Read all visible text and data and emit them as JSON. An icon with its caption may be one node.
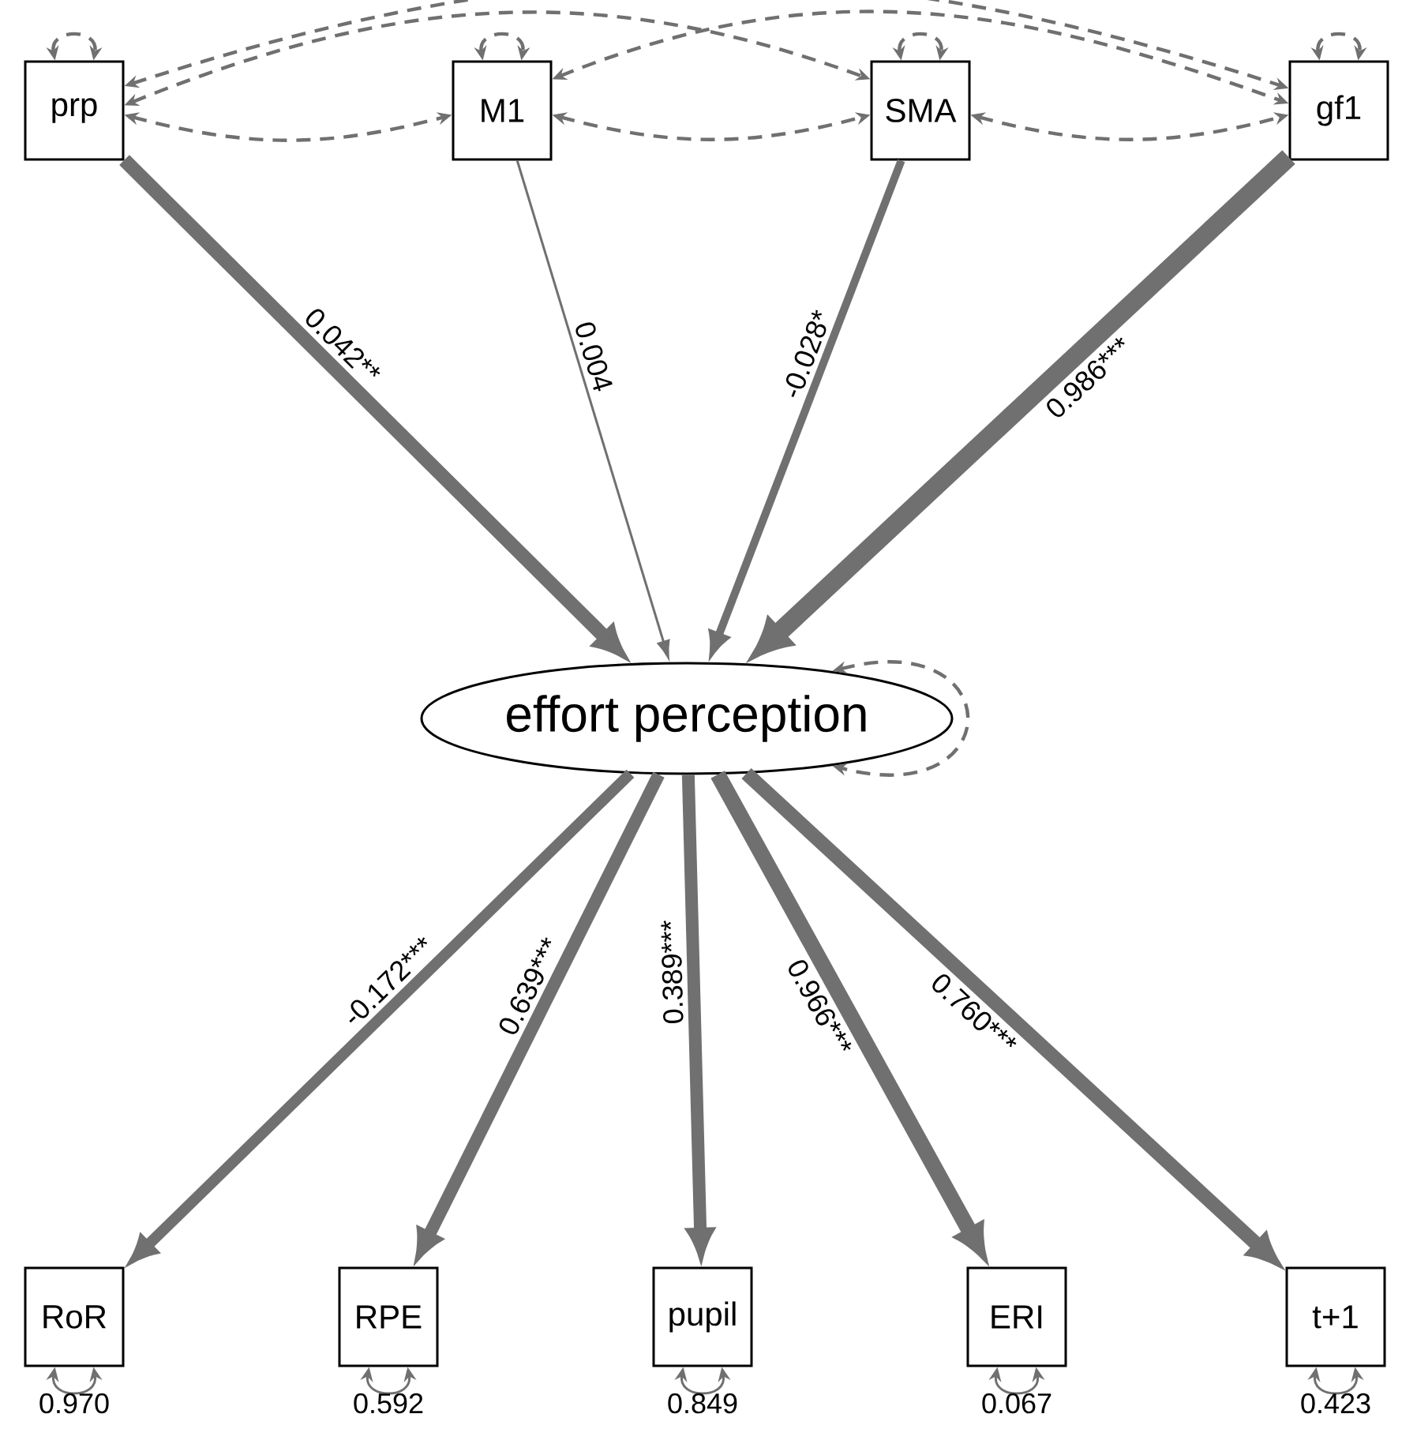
{
  "diagram": {
    "nodes": [
      {
        "text": [
          "prp"
        ]
      },
      {
        "text": [
          "M1"
        ]
      },
      {
        "text": [
          "SMA"
        ]
      },
      {
        "text": [
          "gf1"
        ]
      },
      {
        "text": [
          "effort perception"
        ]
      },
      {
        "text": [
          "RoR"
        ]
      },
      {
        "text": [
          "RPE"
        ]
      },
      {
        "text": [
          "pupil"
        ]
      },
      {
        "text": [
          "ERI"
        ]
      },
      {
        "text": [
          "t+1"
        ]
      }
    ],
    "edges": [
      {
        "from": 0,
        "to": 4,
        "arrow": "to",
        "label": "0.042**",
        "style": "thick"
      },
      {
        "from": 1,
        "to": 4,
        "arrow": "to",
        "label": "0.004"
      },
      {
        "from": 2,
        "to": 4,
        "arrow": "to",
        "label": "-0.028*",
        "style": "thick"
      },
      {
        "from": 3,
        "to": 4,
        "arrow": "to",
        "label": "0.986***",
        "style": "thick"
      },
      {
        "from": 4,
        "to": 5,
        "arrow": "to",
        "label": "-0.172***",
        "style": "thick"
      },
      {
        "from": 4,
        "to": 6,
        "arrow": "to",
        "label": "0.639***",
        "style": "thick"
      },
      {
        "from": 4,
        "to": 7,
        "arrow": "to",
        "label": "0.389***",
        "style": "thick"
      },
      {
        "from": 4,
        "to": 8,
        "arrow": "to",
        "label": "0.966***",
        "style": "thick"
      },
      {
        "from": 4,
        "to": 9,
        "arrow": "to",
        "label": "0.760***",
        "style": "thick"
      },
      {
        "from": 0,
        "to": 1,
        "arrow": "both",
        "style": "dashed"
      },
      {
        "from": 1,
        "to": 2,
        "arrow": "both",
        "style": "dashed"
      },
      {
        "from": 2,
        "to": 3,
        "arrow": "both",
        "style": "dashed"
      },
      {
        "from": 0,
        "to": 2,
        "arrow": "both",
        "style": "dashed"
      },
      {
        "from": 1,
        "to": 3,
        "arrow": "both",
        "style": "dashed"
      },
      {
        "from": 0,
        "to": 3,
        "arrow": "both",
        "style": "dashed"
      },
      {
        "from": 0,
        "to": 0,
        "arrow": "both",
        "style": "dashed"
      },
      {
        "from": 1,
        "to": 1,
        "arrow": "both",
        "style": "dashed"
      },
      {
        "from": 2,
        "to": 2,
        "arrow": "both",
        "style": "dashed"
      },
      {
        "from": 3,
        "to": 3,
        "arrow": "both",
        "style": "dashed"
      },
      {
        "from": 4,
        "to": 4,
        "arrow": "both",
        "style": "dashed"
      },
      {
        "from": 5,
        "to": 5,
        "arrow": "both",
        "label": "0.970"
      },
      {
        "from": 6,
        "to": 6,
        "arrow": "both",
        "label": "0.592"
      },
      {
        "from": 7,
        "to": 7,
        "arrow": "both",
        "label": "0.849"
      },
      {
        "from": 8,
        "to": 8,
        "arrow": "both",
        "label": "0.067"
      },
      {
        "from": 9,
        "to": 9,
        "arrow": "both",
        "label": "0.423"
      }
    ]
  }
}
